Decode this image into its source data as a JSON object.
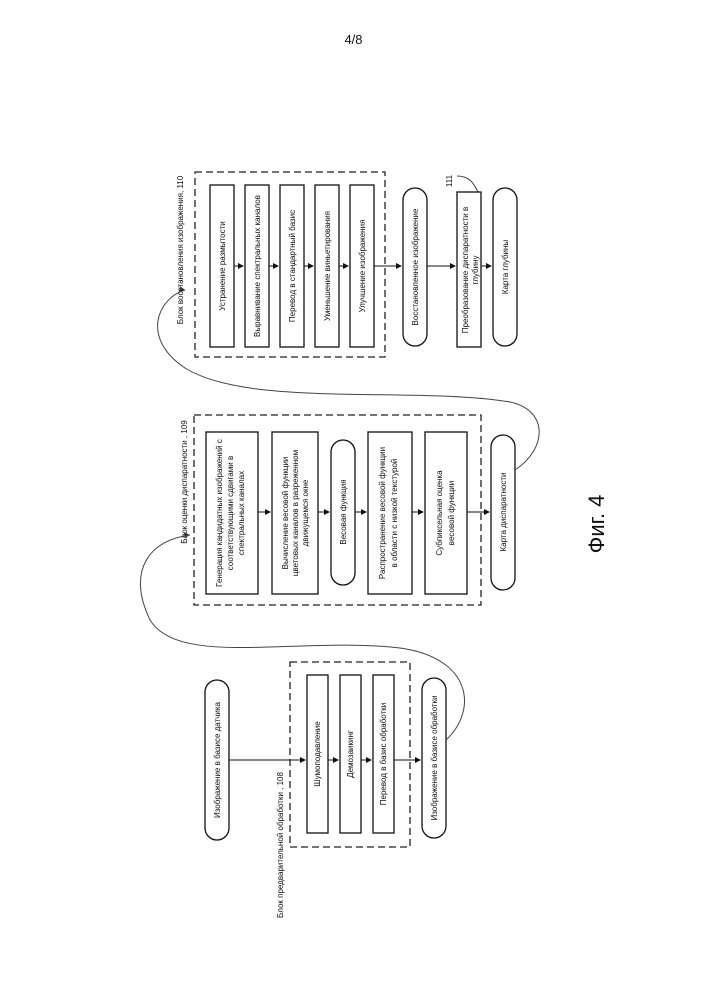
{
  "page_number": "4/8",
  "figure_caption": "Фиг. 4",
  "preprocessing": {
    "input_label": "Изображение в базисе датчика",
    "block_label": "Блок предварительной обработки , 108",
    "steps": [
      "Шумоподавление",
      "Демозаикинг",
      "Перевод в базис обработки"
    ],
    "output_label": "Изображение в базисе обработки"
  },
  "disparity": {
    "block_label": "Блок оценки диспаратности , 109",
    "steps": [
      [
        "Генерация кандидатных изображений с",
        "соответствующими сдвигами в",
        "спектральных каналах"
      ],
      [
        "Вычисление весовой функции",
        "цветовых каналов в разреженном",
        "движущемся окне"
      ],
      [
        "Весовая функция"
      ],
      [
        "Распространение весовой функции",
        "в области с низкой текстурой"
      ],
      [
        "Субпиксельная оценка",
        "весовой функции"
      ]
    ],
    "output_label": "Карта диспаратности"
  },
  "restoration": {
    "block_label": "Блок восстановления изображения, 110",
    "steps": [
      "Устранение размытости",
      "Выравнивание спектральных каналов",
      "Перевод в стандартный базис",
      "Уменьшение виньетирования",
      "Улучшение изображения"
    ],
    "restored_label": "Восстановленное изображение",
    "conversion_label": [
      "Преобразование диспаратности в",
      "глубину"
    ],
    "conversion_ref": "111",
    "depth_map_label": "Карта глубины"
  }
}
